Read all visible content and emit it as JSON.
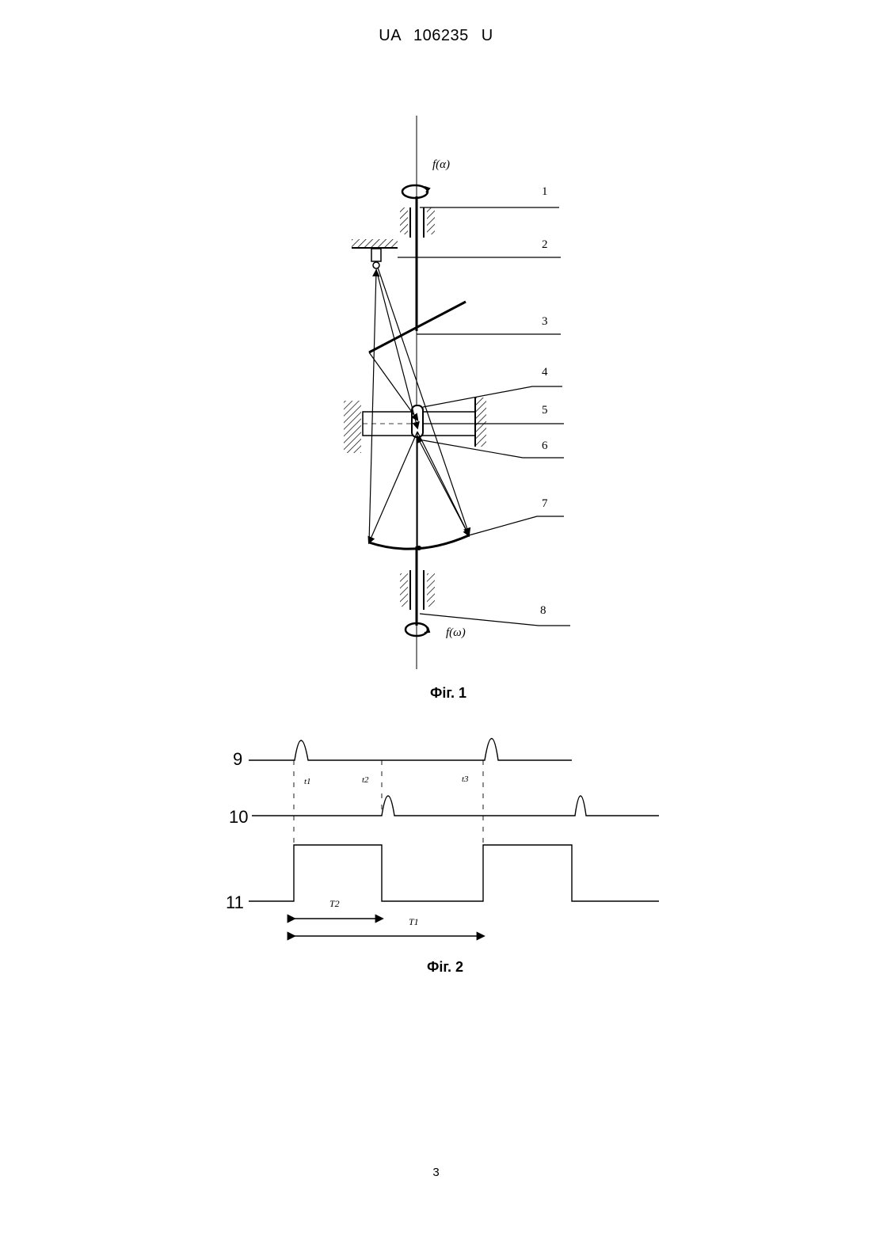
{
  "header": {
    "doc_number": "UA   106235   U"
  },
  "fig1": {
    "caption": "Фіг. 1",
    "labels": {
      "l1": "1",
      "l2": "2",
      "l3": "3",
      "l4": "4",
      "l5": "5",
      "l6": "6",
      "l7": "7",
      "l8": "8"
    },
    "f_alpha": "f(α)",
    "f_omega": "f(ω)"
  },
  "fig2": {
    "caption": "Фіг. 2",
    "signals": {
      "s9": "9",
      "s10": "10",
      "s11": "11"
    },
    "times": {
      "t1": "t1",
      "t2": "t2",
      "t3": "t3"
    },
    "periods": {
      "T2": "T2",
      "T1": "T1"
    }
  },
  "footer": {
    "page_number": "3"
  }
}
